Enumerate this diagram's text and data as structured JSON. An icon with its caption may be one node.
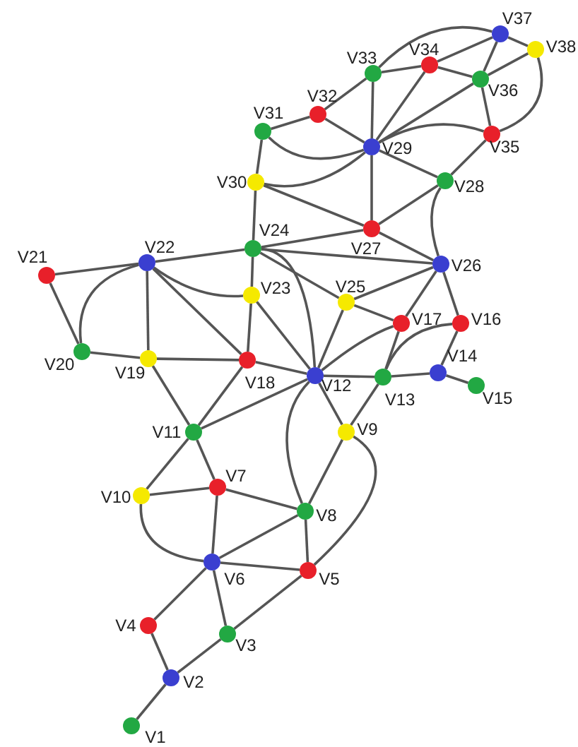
{
  "diagram": {
    "nodes": [
      {
        "text": [],
        "shape": "circle",
        "beside": [
          "V1"
        ]
      },
      {
        "text": [],
        "shape": "circle",
        "beside": [
          "V2"
        ]
      },
      {
        "text": [],
        "shape": "circle",
        "beside": [
          "V3"
        ]
      },
      {
        "text": [],
        "shape": "circle",
        "beside": [
          "V4"
        ]
      },
      {
        "text": [],
        "shape": "circle",
        "beside": [
          "V5"
        ]
      },
      {
        "text": [],
        "shape": "circle",
        "beside": [
          "V6"
        ]
      },
      {
        "text": [],
        "shape": "circle",
        "beside": [
          "V7"
        ]
      },
      {
        "text": [],
        "shape": "circle",
        "beside": [
          "V8"
        ]
      },
      {
        "text": [],
        "shape": "circle",
        "beside": [
          "V9"
        ]
      },
      {
        "text": [],
        "shape": "circle",
        "beside": [
          "V10"
        ]
      },
      {
        "text": [],
        "shape": "circle",
        "beside": [
          "V11"
        ]
      },
      {
        "text": [],
        "shape": "circle",
        "beside": [
          "V12"
        ]
      },
      {
        "text": [],
        "shape": "circle",
        "beside": [
          "V13"
        ]
      },
      {
        "text": [],
        "shape": "circle",
        "beside": [
          "V14"
        ]
      },
      {
        "text": [],
        "shape": "circle",
        "beside": [
          "V15"
        ]
      },
      {
        "text": [],
        "shape": "circle",
        "beside": [
          "V16"
        ]
      },
      {
        "text": [],
        "shape": "circle",
        "beside": [
          "V17"
        ]
      },
      {
        "text": [],
        "shape": "circle",
        "beside": [
          "V18"
        ]
      },
      {
        "text": [],
        "shape": "circle",
        "beside": [
          "V19"
        ]
      },
      {
        "text": [],
        "shape": "circle",
        "beside": [
          "V20"
        ]
      },
      {
        "text": [],
        "shape": "circle",
        "beside": [
          "V21"
        ]
      },
      {
        "text": [],
        "shape": "circle",
        "beside": [
          "V22"
        ]
      },
      {
        "text": [],
        "shape": "circle",
        "beside": [
          "V23"
        ]
      },
      {
        "text": [],
        "shape": "circle",
        "beside": [
          "V24"
        ]
      },
      {
        "text": [],
        "shape": "circle",
        "beside": [
          "V25"
        ]
      },
      {
        "text": [],
        "shape": "circle",
        "beside": [
          "V26"
        ]
      },
      {
        "text": [],
        "shape": "circle",
        "beside": [
          "V27"
        ]
      },
      {
        "text": [],
        "shape": "circle",
        "beside": [
          "V28"
        ]
      },
      {
        "text": [],
        "shape": "circle",
        "beside": [
          "V29"
        ]
      },
      {
        "text": [],
        "shape": "circle",
        "beside": [
          "V30"
        ]
      },
      {
        "text": [],
        "shape": "circle",
        "beside": [
          "V31"
        ]
      },
      {
        "text": [],
        "shape": "circle",
        "beside": [
          "V32"
        ]
      },
      {
        "text": [],
        "shape": "circle",
        "beside": [
          "V33"
        ]
      },
      {
        "text": [],
        "shape": "circle",
        "beside": [
          "V34"
        ]
      },
      {
        "text": [],
        "shape": "circle",
        "beside": [
          "V35"
        ]
      },
      {
        "text": [],
        "shape": "circle",
        "beside": [
          "V36"
        ]
      },
      {
        "text": [],
        "shape": "circle",
        "beside": [
          "V37"
        ]
      },
      {
        "text": [],
        "shape": "circle",
        "beside": [
          "V38"
        ]
      }
    ],
    "edges": [
      {
        "from": 0,
        "to": 1,
        "arrow": "none"
      },
      {
        "from": 1,
        "to": 3,
        "arrow": "none"
      },
      {
        "from": 1,
        "to": 2,
        "arrow": "none"
      },
      {
        "from": 3,
        "to": 5,
        "arrow": "none"
      },
      {
        "from": 2,
        "to": 5,
        "arrow": "none"
      },
      {
        "from": 2,
        "to": 4,
        "arrow": "none"
      },
      {
        "from": 5,
        "to": 4,
        "arrow": "none"
      },
      {
        "from": 5,
        "to": 7,
        "arrow": "none"
      },
      {
        "from": 5,
        "to": 6,
        "arrow": "none"
      },
      {
        "from": 5,
        "to": 9,
        "arrow": "none"
      },
      {
        "from": 9,
        "to": 6,
        "arrow": "none"
      },
      {
        "from": 9,
        "to": 10,
        "arrow": "none"
      },
      {
        "from": 10,
        "to": 6,
        "arrow": "none"
      },
      {
        "from": 6,
        "to": 7,
        "arrow": "none"
      },
      {
        "from": 7,
        "to": 4,
        "arrow": "none"
      },
      {
        "from": 7,
        "to": 8,
        "arrow": "none"
      },
      {
        "from": 8,
        "to": 4,
        "arrow": "none"
      },
      {
        "from": 7,
        "to": 11,
        "arrow": "none"
      },
      {
        "from": 8,
        "to": 11,
        "arrow": "none"
      },
      {
        "from": 8,
        "to": 12,
        "arrow": "none"
      },
      {
        "from": 10,
        "to": 18,
        "arrow": "none"
      },
      {
        "from": 10,
        "to": 17,
        "arrow": "none"
      },
      {
        "from": 10,
        "to": 11,
        "arrow": "none"
      },
      {
        "from": 18,
        "to": 17,
        "arrow": "none"
      },
      {
        "from": 18,
        "to": 21,
        "arrow": "none"
      },
      {
        "from": 18,
        "to": 19,
        "arrow": "none"
      },
      {
        "from": 19,
        "to": 20,
        "arrow": "none"
      },
      {
        "from": 19,
        "to": 21,
        "arrow": "none"
      },
      {
        "from": 20,
        "to": 21,
        "arrow": "none"
      },
      {
        "from": 21,
        "to": 23,
        "arrow": "none"
      },
      {
        "from": 21,
        "to": 22,
        "arrow": "none"
      },
      {
        "from": 21,
        "to": 17,
        "arrow": "none"
      },
      {
        "from": 17,
        "to": 22,
        "arrow": "none"
      },
      {
        "from": 17,
        "to": 11,
        "arrow": "none"
      },
      {
        "from": 22,
        "to": 23,
        "arrow": "none"
      },
      {
        "from": 22,
        "to": 11,
        "arrow": "none"
      },
      {
        "from": 23,
        "to": 11,
        "arrow": "none"
      },
      {
        "from": 23,
        "to": 24,
        "arrow": "none"
      },
      {
        "from": 23,
        "to": 25,
        "arrow": "none"
      },
      {
        "from": 23,
        "to": 26,
        "arrow": "none"
      },
      {
        "from": 23,
        "to": 29,
        "arrow": "none"
      },
      {
        "from": 11,
        "to": 24,
        "arrow": "none"
      },
      {
        "from": 11,
        "to": 16,
        "arrow": "none"
      },
      {
        "from": 11,
        "to": 12,
        "arrow": "none"
      },
      {
        "from": 24,
        "to": 16,
        "arrow": "none"
      },
      {
        "from": 24,
        "to": 25,
        "arrow": "none"
      },
      {
        "from": 16,
        "to": 25,
        "arrow": "none"
      },
      {
        "from": 12,
        "to": 16,
        "arrow": "none"
      },
      {
        "from": 12,
        "to": 15,
        "arrow": "none"
      },
      {
        "from": 15,
        "to": 25,
        "arrow": "none"
      },
      {
        "from": 15,
        "to": 13,
        "arrow": "none"
      },
      {
        "from": 13,
        "to": 12,
        "arrow": "none"
      },
      {
        "from": 13,
        "to": 14,
        "arrow": "none"
      },
      {
        "from": 26,
        "to": 25,
        "arrow": "none"
      },
      {
        "from": 25,
        "to": 27,
        "arrow": "none"
      },
      {
        "from": 26,
        "to": 27,
        "arrow": "none"
      },
      {
        "from": 26,
        "to": 28,
        "arrow": "none"
      },
      {
        "from": 26,
        "to": 29,
        "arrow": "none"
      },
      {
        "from": 27,
        "to": 28,
        "arrow": "none"
      },
      {
        "from": 27,
        "to": 34,
        "arrow": "none"
      },
      {
        "from": 28,
        "to": 29,
        "arrow": "none"
      },
      {
        "from": 28,
        "to": 30,
        "arrow": "none"
      },
      {
        "from": 28,
        "to": 31,
        "arrow": "none"
      },
      {
        "from": 28,
        "to": 32,
        "arrow": "none"
      },
      {
        "from": 28,
        "to": 33,
        "arrow": "none"
      },
      {
        "from": 28,
        "to": 35,
        "arrow": "none"
      },
      {
        "from": 28,
        "to": 34,
        "arrow": "none"
      },
      {
        "from": 29,
        "to": 30,
        "arrow": "none"
      },
      {
        "from": 30,
        "to": 31,
        "arrow": "none"
      },
      {
        "from": 31,
        "to": 32,
        "arrow": "none"
      },
      {
        "from": 32,
        "to": 33,
        "arrow": "none"
      },
      {
        "from": 32,
        "to": 36,
        "arrow": "none"
      },
      {
        "from": 33,
        "to": 35,
        "arrow": "none"
      },
      {
        "from": 33,
        "to": 36,
        "arrow": "none"
      },
      {
        "from": 35,
        "to": 36,
        "arrow": "none"
      },
      {
        "from": 35,
        "to": 37,
        "arrow": "none"
      },
      {
        "from": 36,
        "to": 37,
        "arrow": "none"
      },
      {
        "from": 35,
        "to": 34,
        "arrow": "none"
      },
      {
        "from": 34,
        "to": 37,
        "arrow": "none"
      }
    ]
  }
}
